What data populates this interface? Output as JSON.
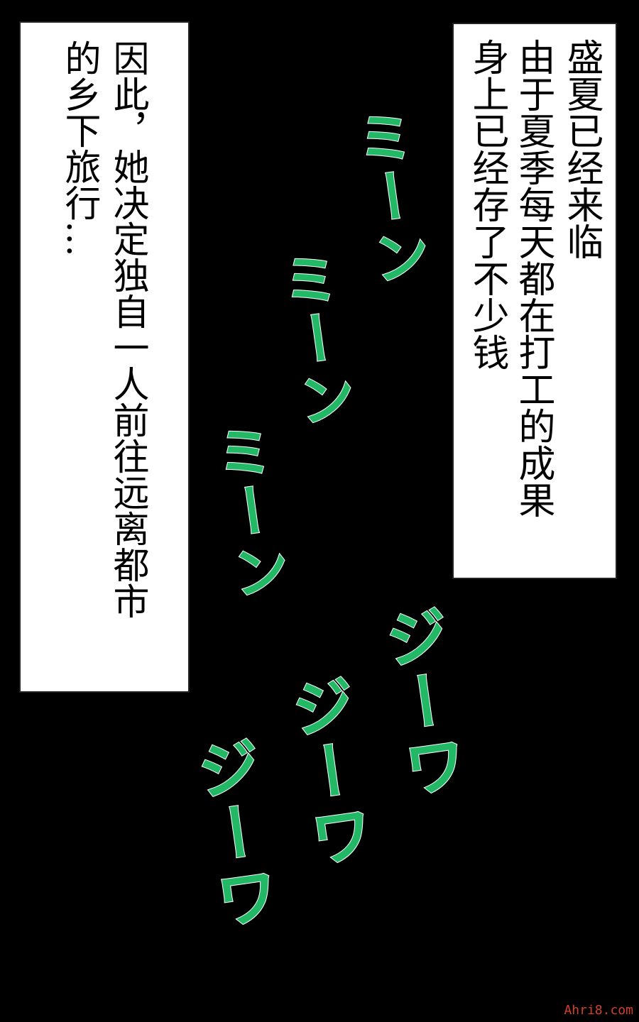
{
  "narration_right": {
    "lines": [
      "盛夏已经来临",
      "由于夏季每天都在打工的成果",
      "身上已经存了不少钱"
    ]
  },
  "narration_left": {
    "lines": [
      "因此，她决定独自一人前往远离都市",
      "的乡下旅行…"
    ]
  },
  "sound_effects": {
    "cicada_mii": [
      "ミーン",
      "ミーン",
      "ミーン"
    ],
    "cicada_jii": [
      "ジーワ",
      "ジーワ",
      "ジーワ"
    ]
  },
  "watermark": "Ahri8.com",
  "colors": {
    "background": "#000000",
    "sfx_fill": "#22b866",
    "sfx_outline": "#ffffff",
    "watermark": "#d2402c"
  }
}
